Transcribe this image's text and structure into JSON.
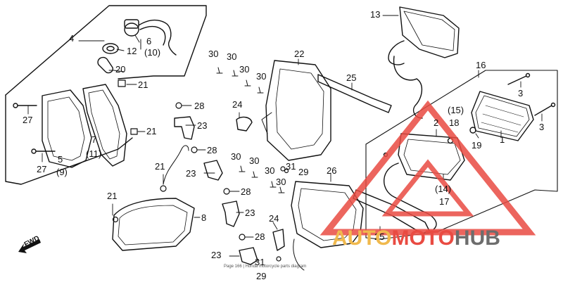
{
  "labels": [
    {
      "id": "p13",
      "text": "13"
    },
    {
      "id": "p4",
      "text": "4"
    },
    {
      "id": "p6",
      "text": "6"
    },
    {
      "id": "p12",
      "text": "12"
    },
    {
      "id": "p10",
      "text": "(10)"
    },
    {
      "id": "p20",
      "text": "20"
    },
    {
      "id": "p21a",
      "text": "21"
    },
    {
      "id": "p27a",
      "text": "27"
    },
    {
      "id": "p7",
      "text": "7"
    },
    {
      "id": "p11",
      "text": "(11)"
    },
    {
      "id": "p21b",
      "text": "21"
    },
    {
      "id": "p5",
      "text": "5"
    },
    {
      "id": "p9",
      "text": "(9)"
    },
    {
      "id": "p27b",
      "text": "27"
    },
    {
      "id": "p28a",
      "text": "28"
    },
    {
      "id": "p23a",
      "text": "23"
    },
    {
      "id": "p28b",
      "text": "28"
    },
    {
      "id": "p21c",
      "text": "21"
    },
    {
      "id": "p23b",
      "text": "23"
    },
    {
      "id": "p21d",
      "text": "21"
    },
    {
      "id": "p8",
      "text": "8"
    },
    {
      "id": "p30a",
      "text": "30"
    },
    {
      "id": "p30b",
      "text": "30"
    },
    {
      "id": "p30c",
      "text": "30"
    },
    {
      "id": "p30d",
      "text": "30"
    },
    {
      "id": "p22",
      "text": "22"
    },
    {
      "id": "p25a",
      "text": "25"
    },
    {
      "id": "p24a",
      "text": "24"
    },
    {
      "id": "p31a",
      "text": "31"
    },
    {
      "id": "p29a",
      "text": "29"
    },
    {
      "id": "p30e",
      "text": "30"
    },
    {
      "id": "p30f",
      "text": "30"
    },
    {
      "id": "p30g",
      "text": "30"
    },
    {
      "id": "p30h",
      "text": "30"
    },
    {
      "id": "p26",
      "text": "26"
    },
    {
      "id": "p28c",
      "text": "28"
    },
    {
      "id": "p23c",
      "text": "23"
    },
    {
      "id": "p24b",
      "text": "24"
    },
    {
      "id": "p28d",
      "text": "28"
    },
    {
      "id": "p23d",
      "text": "23"
    },
    {
      "id": "p31b",
      "text": "31"
    },
    {
      "id": "p29b",
      "text": "29"
    },
    {
      "id": "p16",
      "text": "16"
    },
    {
      "id": "p3a",
      "text": "3"
    },
    {
      "id": "p3b",
      "text": "3"
    },
    {
      "id": "p15",
      "text": "(15)"
    },
    {
      "id": "p2",
      "text": "2"
    },
    {
      "id": "p18",
      "text": "18"
    },
    {
      "id": "p19",
      "text": "19"
    },
    {
      "id": "p1",
      "text": "1"
    },
    {
      "id": "p14",
      "text": "(14)"
    },
    {
      "id": "p17",
      "text": "17"
    },
    {
      "id": "p25b",
      "text": "25"
    }
  ],
  "fwd_label": "FWD",
  "caption": "Page 166 | Honda motorcycle parts diagram",
  "watermark": {
    "part1": "AUTO",
    "part2": "MOTO",
    "part3": "HUB",
    "color1": "#f0b94d",
    "color2": "#e94b42",
    "color3": "#6d6d6d"
  },
  "colors": {
    "ink": "#111111",
    "triangle": "#e94b42"
  }
}
